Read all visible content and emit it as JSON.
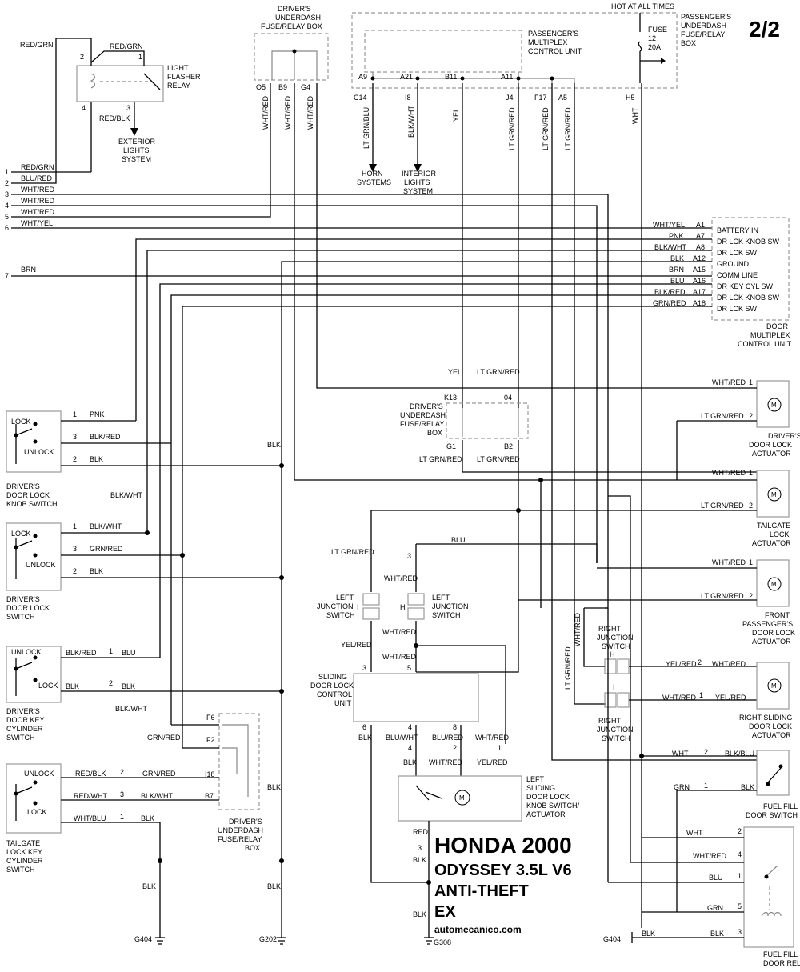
{
  "page_num": "2/2",
  "brand": {
    "line1": "HONDA 2000",
    "line2": "ODYSSEY 3.5L V6",
    "line3": "ANTI-THEFT",
    "line4": "EX",
    "site": "automecanico.com"
  },
  "hot": "HOT AT ALL TIMES",
  "pass_box": [
    "PASSENGER'S",
    "UNDERDASH",
    "FUSE/RELAY",
    "BOX"
  ],
  "fuse": [
    "FUSE",
    "12",
    "20A"
  ],
  "pmcu": [
    "PASSENGER'S",
    "MULTIPLEX",
    "CONTROL UNIT"
  ],
  "drv_box_top": [
    "DRIVER'S",
    "UNDERDASH",
    "FUSE/RELAY BOX"
  ],
  "drv_box_mid": [
    "DRIVER'S",
    "UNDERDASH",
    "FUSE/RELAY",
    "BOX"
  ],
  "drv_box_bot": [
    "DRIVER'S",
    "UNDERDASH",
    "FUSE/RELAY",
    "BOX"
  ],
  "relay": {
    "label": [
      "LIGHT",
      "FLASHER",
      "RELAY"
    ],
    "pin2": "2",
    "pin1": "1",
    "pin4": "4",
    "pin3": "3",
    "wire_in": "RED/GRN",
    "wire_top": "RED/GRN",
    "wire_out": "RED/BLK",
    "ext": [
      "EXTERIOR",
      "LIGHTS",
      "SYSTEM"
    ]
  },
  "top_pins": {
    "o5": "O5",
    "b9": "B9",
    "g4": "G4",
    "a9": "A9",
    "a21": "A21",
    "b11": "B11",
    "a11": "A11",
    "h5": "H5"
  },
  "top_conns": {
    "c14": "C14",
    "i8": "I8",
    "j4": "J4",
    "f17": "F17",
    "a5": "A5"
  },
  "vert_wires": {
    "w_o5": "WHT/RED",
    "w_b9": "WHT/RED",
    "w_g4": "WHT/RED",
    "w_c14": "LT GRN/BLU",
    "w_i8": "BLK/WHT",
    "w_b11": "YEL",
    "w_j4": "LT GRN/RED",
    "w_f17": "LT GRN/RED",
    "w_a5": "LT GRN/RED",
    "w_h5": "WHT"
  },
  "horn": [
    "HORN",
    "SYSTEMS"
  ],
  "interior": [
    "INTERIOR",
    "LIGHTS",
    "SYSTEM"
  ],
  "left_wires": [
    {
      "n": "1",
      "c": "RED/GRN"
    },
    {
      "n": "2",
      "c": "BLU/RED"
    },
    {
      "n": "3",
      "c": "WHT/RED"
    },
    {
      "n": "4",
      "c": "WHT/RED"
    },
    {
      "n": "5",
      "c": "WHT/RED"
    },
    {
      "n": "6",
      "c": "WHT/YEL"
    },
    {
      "n": "7",
      "c": "BRN"
    }
  ],
  "dmcu": {
    "label": [
      "DOOR",
      "MULTIPLEX",
      "CONTROL UNIT"
    ],
    "pins": [
      {
        "w": "WHT/YEL",
        "p": "A1",
        "f": "BATTERY IN"
      },
      {
        "w": "PNK",
        "p": "A7",
        "f": "DR LCK KNOB SW"
      },
      {
        "w": "BLK/WHT",
        "p": "A8",
        "f": "DR LCK SW"
      },
      {
        "w": "BLK",
        "p": "A12",
        "f": "GROUND"
      },
      {
        "w": "BRN",
        "p": "A15",
        "f": "COMM LINE"
      },
      {
        "w": "BLU",
        "p": "A16",
        "f": "DR KEY CYL SW"
      },
      {
        "w": "BLK/RED",
        "p": "A17",
        "f": "DR LCK KNOB SW"
      },
      {
        "w": "GRN/RED",
        "p": "A18",
        "f": "DR LCK SW"
      }
    ]
  },
  "mid_box": {
    "k13": "K13",
    "o4": "04",
    "g1": "G1",
    "b2": "B2",
    "yel": "YEL",
    "ltgrnred": "LT GRN/RED"
  },
  "knob_sw": {
    "label": [
      "DRIVER'S",
      "DOOR LOCK",
      "KNOB SWITCH"
    ],
    "lock": "LOCK",
    "unlock": "UNLOCK",
    "p1": "1",
    "p3": "3",
    "p2": "2",
    "w1": "PNK",
    "w3": "BLK/RED",
    "w2": "BLK"
  },
  "lock_sw": {
    "label": [
      "DRIVER'S",
      "DOOR LOCK",
      "SWITCH"
    ],
    "lock": "LOCK",
    "unlock": "UNLOCK",
    "p1": "1",
    "p3": "3",
    "p2": "2",
    "w1": "BLK/WHT",
    "w3": "GRN/RED",
    "w2": "BLK"
  },
  "key_sw": {
    "label": [
      "DRIVER'S",
      "DOOR KEY",
      "CYLINDER",
      "SWITCH"
    ],
    "lock": "LOCK",
    "unlock": "UNLOCK",
    "w1a": "BLK/RED",
    "p1": "1",
    "w1b": "BLU",
    "w2a": "BLK",
    "p2": "2",
    "w2b": "BLK"
  },
  "tg_key": {
    "label": [
      "TAILGATE",
      "LOCK KEY",
      "CYLINDER",
      "SWITCH"
    ],
    "lock": "LOCK",
    "unlock": "UNLOCK",
    "w1a": "RED/BLK",
    "p2": "2",
    "w1b": "GRN/RED",
    "w2a": "RED/WHT",
    "p3": "3",
    "w2b": "BLK/WHT",
    "w3a": "WHT/BLU",
    "p1": "1",
    "w3b": "BLK"
  },
  "blkwht_label": "BLK/WHT",
  "blk_labels": {
    "a": "BLK",
    "b": "BLK",
    "c": "BLK",
    "d": "BLK",
    "e": "BLK",
    "f": "BLK"
  },
  "f_pins": {
    "f6": "F6",
    "f2": "F2",
    "i18": "I18",
    "b7": "B7",
    "blkwht": "BLK/WHT",
    "grnred": "GRN/RED"
  },
  "actuators": [
    {
      "label": [
        "DRIVER'S",
        "DOOR LOCK",
        "ACTUATOR"
      ],
      "w1": "WHT/RED",
      "w2": "LT GRN/RED",
      "p1": "1",
      "p2": "2"
    },
    {
      "label": [
        "TAILGATE",
        "LOCK",
        "ACTUATOR"
      ],
      "w1": "WHT/RED",
      "w2": "LT GRN/RED",
      "p1": "1",
      "p2": "2"
    },
    {
      "label": [
        "FRONT",
        "PASSENGER'S",
        "DOOR LOCK",
        "ACTUATOR"
      ],
      "w1": "WHT/RED",
      "w2": "LT GRN/RED",
      "p1": "1",
      "p2": "2"
    }
  ],
  "left_jct": {
    "label": [
      "LEFT",
      "JUNCTION",
      "SWITCH"
    ],
    "i": "I",
    "h": "H"
  },
  "mid_labels": {
    "ltgrnred": "LT GRN/RED",
    "blu": "BLU",
    "p3": "3",
    "whtred1": "WHT/RED",
    "yelred": "YEL/RED",
    "whtred2": "WHT/RED",
    "whtred3": "WHT/RED",
    "p3b": "3",
    "p5": "5"
  },
  "sliding_cu": {
    "label": [
      "SLIDING",
      "DOOR LOCK",
      "CONTROL",
      "UNIT"
    ],
    "p6": "6",
    "p4": "4",
    "p8": "8",
    "blk": "BLK",
    "bluwht": "BLU/WHT",
    "blured": "BLU/RED",
    "whtred": "WHT/RED"
  },
  "knob_act": {
    "label": [
      "LEFT",
      "SLIDING",
      "DOOR LOCK",
      "KNOB SWITCH/",
      "ACTUATOR"
    ],
    "p4": "4",
    "p2": "2",
    "p1": "1",
    "blk": "BLK",
    "whtred": "WHT/RED",
    "yelred": "YEL/RED",
    "red": "RED",
    "p3": "3",
    "blk2": "BLK"
  },
  "right_jct": {
    "label": [
      "RIGHT",
      "JUNCTION",
      "SWITCH"
    ],
    "h": "H",
    "i": "I",
    "whtred": "WHT/RED",
    "ltgrnred": "LT GRN/RED"
  },
  "right_slide": {
    "label": [
      "RIGHT SLIDING",
      "DOOR LOCK",
      "ACTUATOR"
    ],
    "yelred": "YEL/RED",
    "p2": "2",
    "whtred": "WHT/RED",
    "whtred2": "WHT/RED",
    "p1": "1",
    "yelred2": "YEL/RED"
  },
  "fuel_sw": {
    "label": [
      "FUEL FILL",
      "DOOR SWITCH"
    ],
    "wht": "WHT",
    "p2": "2",
    "blkblu": "BLK/BLU",
    "grn": "GRN",
    "p1": "1",
    "blk": "BLK"
  },
  "fuel_relay": {
    "label": [
      "FUEL FILL",
      "DOOR RELAY"
    ],
    "wht": "WHT",
    "p2": "2",
    "whtred": "WHT/RED",
    "p4": "4",
    "blu": "BLU",
    "p1": "1",
    "grn": "GRN",
    "p5": "5",
    "blk": "BLK",
    "p3": "3"
  },
  "grounds": {
    "g404a": "G404",
    "g202": "G202",
    "g308": "G308",
    "g404b": "G404"
  }
}
